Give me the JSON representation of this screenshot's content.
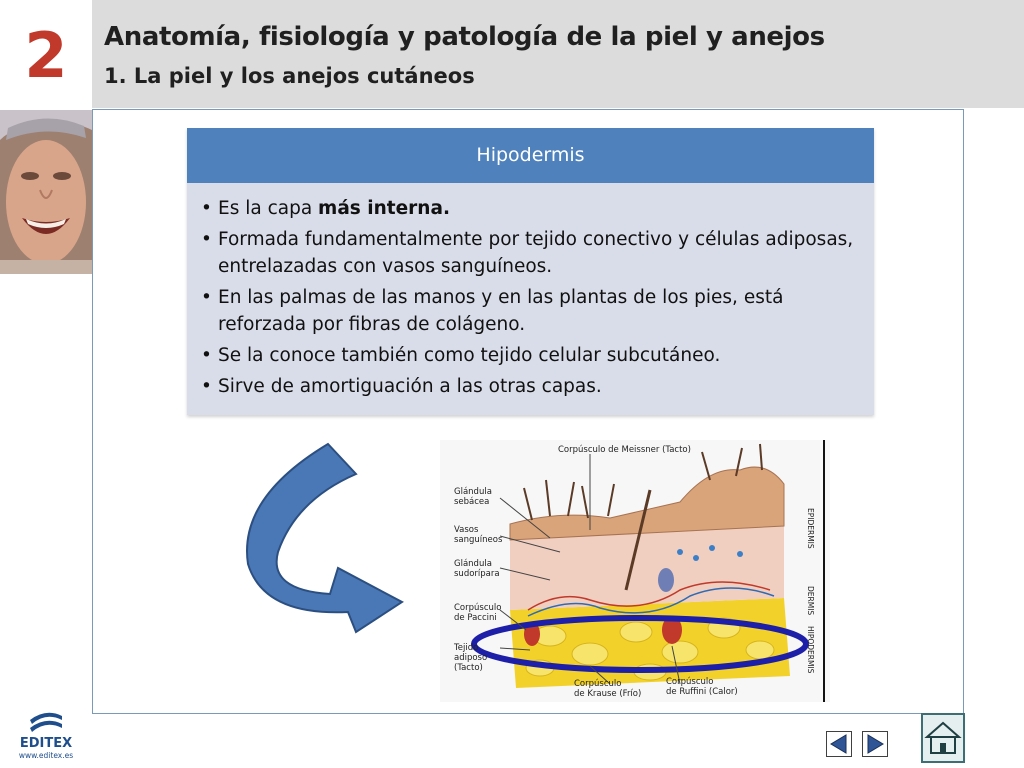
{
  "header": {
    "unit_number": "2",
    "title": "Anatomía, fisiología y patología de la piel y anejos",
    "subtitle": "1. La piel y los anejos cutáneos"
  },
  "info_box": {
    "heading": "Hipodermis",
    "items": [
      {
        "text_before": "Es la capa ",
        "bold": "más interna.",
        "text_after": ""
      },
      {
        "text_before": "Formada fundamentalmente por tejido conectivo y células adiposas, entrelazadas con vasos sanguíneos.",
        "bold": "",
        "text_after": ""
      },
      {
        "text_before": "En las palmas de las manos y en las plantas de los pies, está reforzada por fibras de colágeno.",
        "bold": "",
        "text_after": ""
      },
      {
        "text_before": "Se la conoce también como tejido celular subcutáneo.",
        "bold": "",
        "text_after": ""
      },
      {
        "text_before": "Sirve de amortiguación a las otras capas.",
        "bold": "",
        "text_after": ""
      }
    ]
  },
  "diagram": {
    "labels": {
      "meissner": "Corpúsculo de Meissner (Tacto)",
      "sebacea_1": "Glándula",
      "sebacea_2": "sebácea",
      "vasos_1": "Vasos",
      "vasos_2": "sanguíneos",
      "sudoripara_1": "Glándula",
      "sudoripara_2": "sudorípara",
      "pacini_1": "Corpúsculo",
      "pacini_2": "de Paccini",
      "adiposo_1": "Tejido",
      "adiposo_2": "adiposo",
      "adiposo_3": "(Tacto)",
      "krause_1": "Corpúsculo",
      "krause_2": "de Krause (Frío)",
      "ruffini_1": "Corpúsculo",
      "ruffini_2": "de Ruffini (Calor)",
      "epidermis": "EPIDERMIS",
      "dermis": "DERMIS",
      "hipodermis": "HIPODERMIS"
    }
  },
  "logo": {
    "name": "EDITEX",
    "url": "www.editex.es"
  },
  "colors": {
    "unit_number": "#c0392b",
    "header_band": "#4f81bd",
    "info_bg": "#d9dde9",
    "highlight_ellipse": "#1d1fa8"
  },
  "nav": {
    "prev_icon": "arrow-left-icon",
    "next_icon": "arrow-right-icon",
    "home_icon": "home-icon"
  }
}
